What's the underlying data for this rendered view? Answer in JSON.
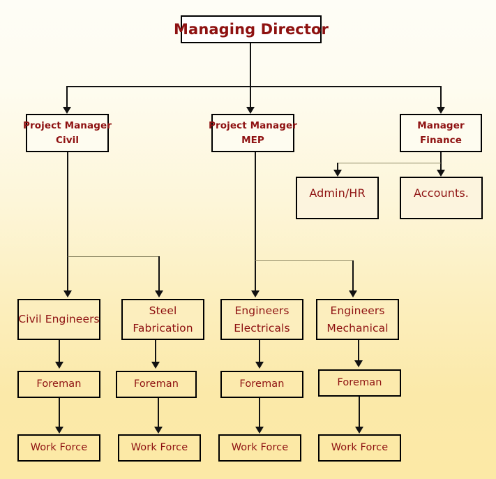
{
  "chart": {
    "title": "Organization Chart",
    "type": "org-chart",
    "colors": {
      "text": "#8E1111",
      "border": "#000000",
      "connector": "#111111",
      "connector_thin": "#8C8763",
      "background_top": "#FEFDF6",
      "background_bottom": "#FCE9A6",
      "root_fill": "#FFFFFF"
    },
    "nodes": {
      "root": {
        "lines": [
          "Managing Director"
        ]
      },
      "pm_civil": {
        "lines": [
          "Project Manager",
          "Civil"
        ]
      },
      "pm_mep": {
        "lines": [
          "Project Manager",
          "MEP"
        ]
      },
      "mgr_finance": {
        "lines": [
          "Manager",
          "Finance"
        ]
      },
      "admin_hr": {
        "lines": [
          "Admin/HR"
        ]
      },
      "accounts": {
        "lines": [
          "Accounts."
        ]
      },
      "civil_engineers": {
        "lines": [
          "Civil Engineers"
        ]
      },
      "steel_fabrication": {
        "lines": [
          "Steel",
          "Fabrication"
        ]
      },
      "engineers_electricals": {
        "lines": [
          "Engineers",
          "Electricals"
        ]
      },
      "engineers_mechanical": {
        "lines": [
          "Engineers",
          "Mechanical"
        ]
      },
      "foreman_1": {
        "lines": [
          "Foreman"
        ]
      },
      "foreman_2": {
        "lines": [
          "Foreman"
        ]
      },
      "foreman_3": {
        "lines": [
          "Foreman"
        ]
      },
      "foreman_4": {
        "lines": [
          "Foreman"
        ]
      },
      "workforce_1": {
        "lines": [
          "Work Force"
        ]
      },
      "workforce_2": {
        "lines": [
          "Work Force"
        ]
      },
      "workforce_3": {
        "lines": [
          "Work Force"
        ]
      },
      "workforce_4": {
        "lines": [
          "Work Force"
        ]
      }
    }
  }
}
